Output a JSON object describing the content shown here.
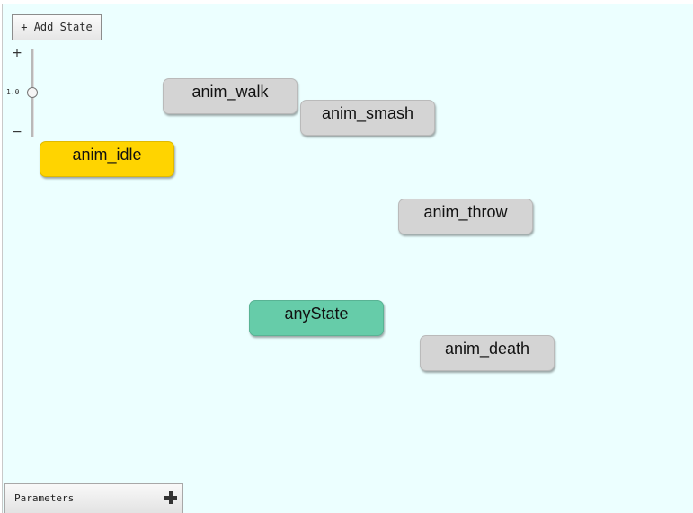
{
  "toolbar": {
    "add_state_label": "+ Add State"
  },
  "zoom": {
    "plus_label": "+",
    "minus_label": "−",
    "level_label": "1.0",
    "level": 1.0
  },
  "states": [
    {
      "name": "anim_walk",
      "color": "#d4d4d4"
    },
    {
      "name": "anim_smash",
      "color": "#d4d4d4"
    },
    {
      "name": "anim_idle",
      "color": "#ffd400",
      "default": true
    },
    {
      "name": "anim_throw",
      "color": "#d4d4d4"
    },
    {
      "name": "anyState",
      "color": "#66cca9"
    },
    {
      "name": "anim_death",
      "color": "#d4d4d4"
    }
  ],
  "parameters_panel": {
    "label": "Parameters",
    "add_icon": "plus-icon"
  },
  "colors": {
    "canvas_background": "#ecffff",
    "default_state": "#ffd400",
    "state": "#d4d4d4",
    "any_state": "#66cca9"
  }
}
